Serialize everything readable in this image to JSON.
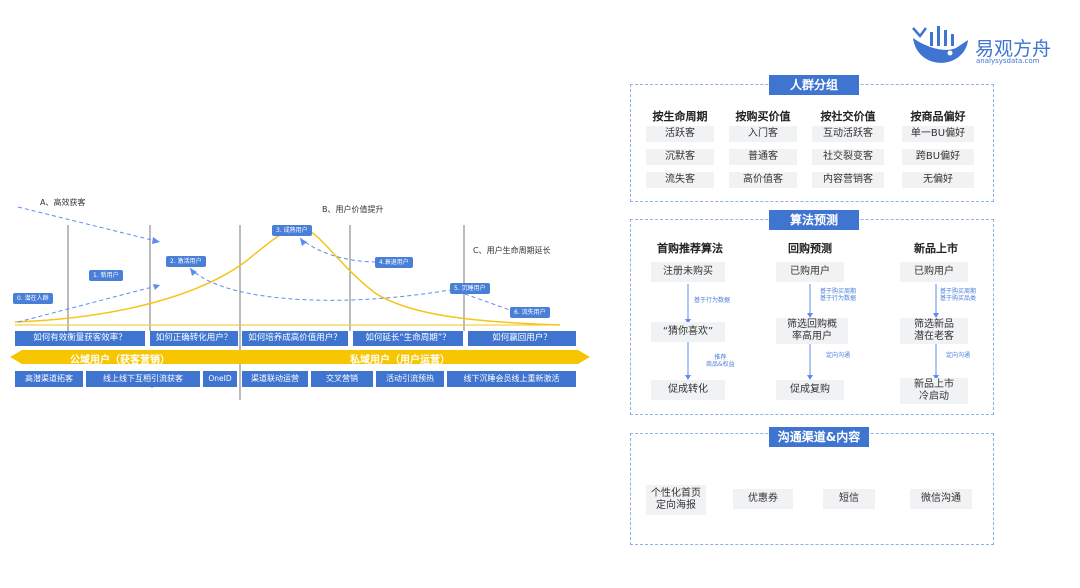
{
  "logo": {
    "name": "易观方舟",
    "domain": "analysysdata.com"
  },
  "lifecycle": {
    "stage_a": "A、高效获客",
    "stage_b": "B、用户价值提升",
    "stage_c": "C、用户生命周期延长",
    "tags": {
      "t0": "0. 潜在人群",
      "t1": "1. 新用户",
      "t2": "2. 激活用户",
      "t3": "3. 成熟用户",
      "t4": "4.衰退用户",
      "t5": "5. 沉睡用户",
      "t6": "6. 流失用户"
    },
    "questions": [
      "如何有效衡量获客效率？",
      "如何正确转化用户？",
      "如何培养成高价值用户？",
      "如何延长“生命周期”？",
      "如何赢回用户？"
    ],
    "public_label": "公域用户（获客营销）",
    "private_label": "私域用户（用户运营）",
    "actions": [
      "高潜渠道拓客",
      "线上线下互相引流获客",
      "OneID",
      "渠道联动运营",
      "交叉营销",
      "活动引流预热",
      "线下沉睡会员线上重新激活"
    ]
  },
  "crowd": {
    "title": "人群分组",
    "columns": [
      {
        "head": "按生命周期",
        "items": [
          "活跃客",
          "沉默客",
          "流失客"
        ]
      },
      {
        "head": "按购买价值",
        "items": [
          "入门客",
          "普通客",
          "高价值客"
        ]
      },
      {
        "head": "按社交价值",
        "items": [
          "互动活跃客",
          "社交裂变客",
          "内容营销客"
        ]
      },
      {
        "head": "按商品偏好",
        "items": [
          "单一BU偏好",
          "跨BU偏好",
          "无偏好"
        ]
      }
    ]
  },
  "algo": {
    "title": "算法预测",
    "columns": [
      {
        "head": "首购推荐算法",
        "steps": [
          "注册未购买",
          "“猜你喜欢”",
          "促成转化"
        ],
        "notes": [
          "基于行为数据",
          "推荐\n商品&权益"
        ]
      },
      {
        "head": "回购预测",
        "steps": [
          "已购用户",
          "筛选回购概\n率高用户",
          "促成复购"
        ],
        "notes": [
          "基于购买周期\n基于行为数据",
          "定向沟通"
        ]
      },
      {
        "head": "新品上市",
        "steps": [
          "已购用户",
          "筛选新品\n潜在老客",
          "新品上市\n冷启动"
        ],
        "notes": [
          "基于购买周期\n基于购买品类",
          "定向沟通"
        ]
      }
    ]
  },
  "channel": {
    "title": "沟通渠道&内容",
    "items": [
      "个性化首页\n定向海报",
      "优惠券",
      "短信",
      "微信沟通"
    ]
  }
}
